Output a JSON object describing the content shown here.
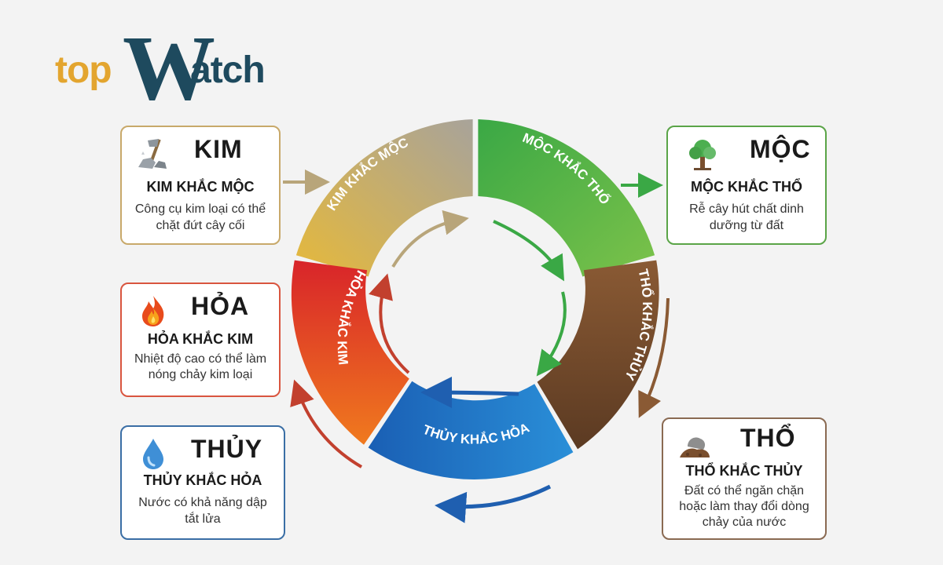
{
  "logo": {
    "prefix": "top",
    "big_letter": "W",
    "suffix": "atch"
  },
  "cards": {
    "kim": {
      "name": "KIM",
      "rule": "KIM KHẮC MỘC",
      "desc": "Công cụ kim loại có thể chặt đứt cây cối",
      "icon": "axe-rock-icon"
    },
    "moc": {
      "name": "MỘC",
      "rule": "MỘC KHẮC THỔ",
      "desc": "Rễ cây hút chất dinh dưỡng từ đất",
      "icon": "tree-icon"
    },
    "hoa": {
      "name": "HỎA",
      "rule": "HỎA KHẮC KIM",
      "desc": "Nhiệt độ cao có thể làm nóng chảy kim loại",
      "icon": "fire-icon"
    },
    "thuy": {
      "name": "THỦY",
      "rule": "THỦY KHẮC HỎA",
      "desc": "Nước có khả năng dập tắt lửa",
      "icon": "water-drop-icon"
    },
    "tho": {
      "name": "THỔ",
      "rule": "THỔ KHẮC THỦY",
      "desc": "Đất có thể ngăn chặn hoặc làm thay đổi dòng chảy của nước",
      "icon": "soil-rock-icon"
    }
  },
  "ring": {
    "segments": [
      {
        "label": "KIM KHẮC MỘC",
        "color": "#d9b44a"
      },
      {
        "label": "MỘC KHẮC THỔ",
        "color": "#4caf50"
      },
      {
        "label": "THỔ KHẮC THỦY",
        "color": "#7a4f2e"
      },
      {
        "label": "THỦY KHẮC HỎA",
        "color": "#1f63b5"
      },
      {
        "label": "HỎA KHẮC KIM",
        "color": "#e04a25"
      }
    ]
  }
}
